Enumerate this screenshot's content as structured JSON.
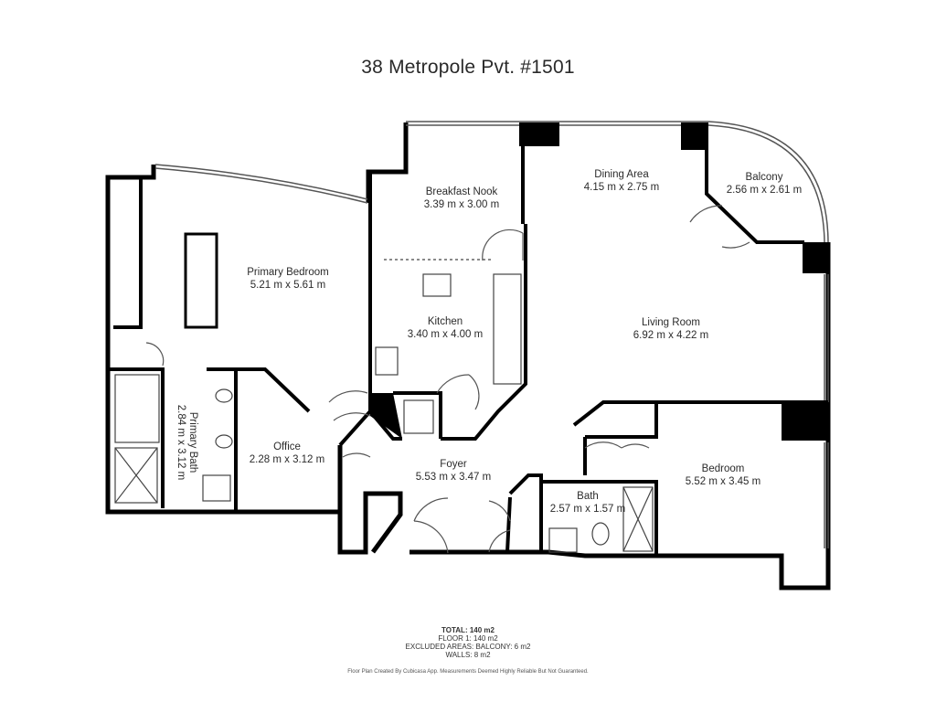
{
  "title": "38 Metropole Pvt. #1501",
  "rooms": [
    {
      "name": "Primary Bedroom",
      "dims": "5.21 m x 5.61 m"
    },
    {
      "name": "Breakfast Nook",
      "dims": "3.39 m x 3.00 m"
    },
    {
      "name": "Dining Area",
      "dims": "4.15 m x 2.75 m"
    },
    {
      "name": "Balcony",
      "dims": "2.56 m x 2.61 m"
    },
    {
      "name": "Kitchen",
      "dims": "3.40 m x 4.00 m"
    },
    {
      "name": "Living Room",
      "dims": "6.92 m x 4.22 m"
    },
    {
      "name": "Primary Bath",
      "dims": "2.84 m x 3.12 m"
    },
    {
      "name": "Office",
      "dims": "2.28 m x 3.12 m"
    },
    {
      "name": "Foyer",
      "dims": "5.53 m x 3.47 m"
    },
    {
      "name": "Bath",
      "dims": "2.57 m x 1.57 m"
    },
    {
      "name": "Bedroom",
      "dims": "5.52 m x 3.45 m"
    }
  ],
  "summary": {
    "total": "TOTAL: 140 m2",
    "floor": "FLOOR 1: 140 m2",
    "excluded": "EXCLUDED AREAS: BALCONY: 6 m2",
    "walls": "WALLS: 8 m2"
  },
  "disclaimer": "Floor Plan Created By Cubicasa App. Measurements Deemed Highly Reliable But Not Guaranteed."
}
